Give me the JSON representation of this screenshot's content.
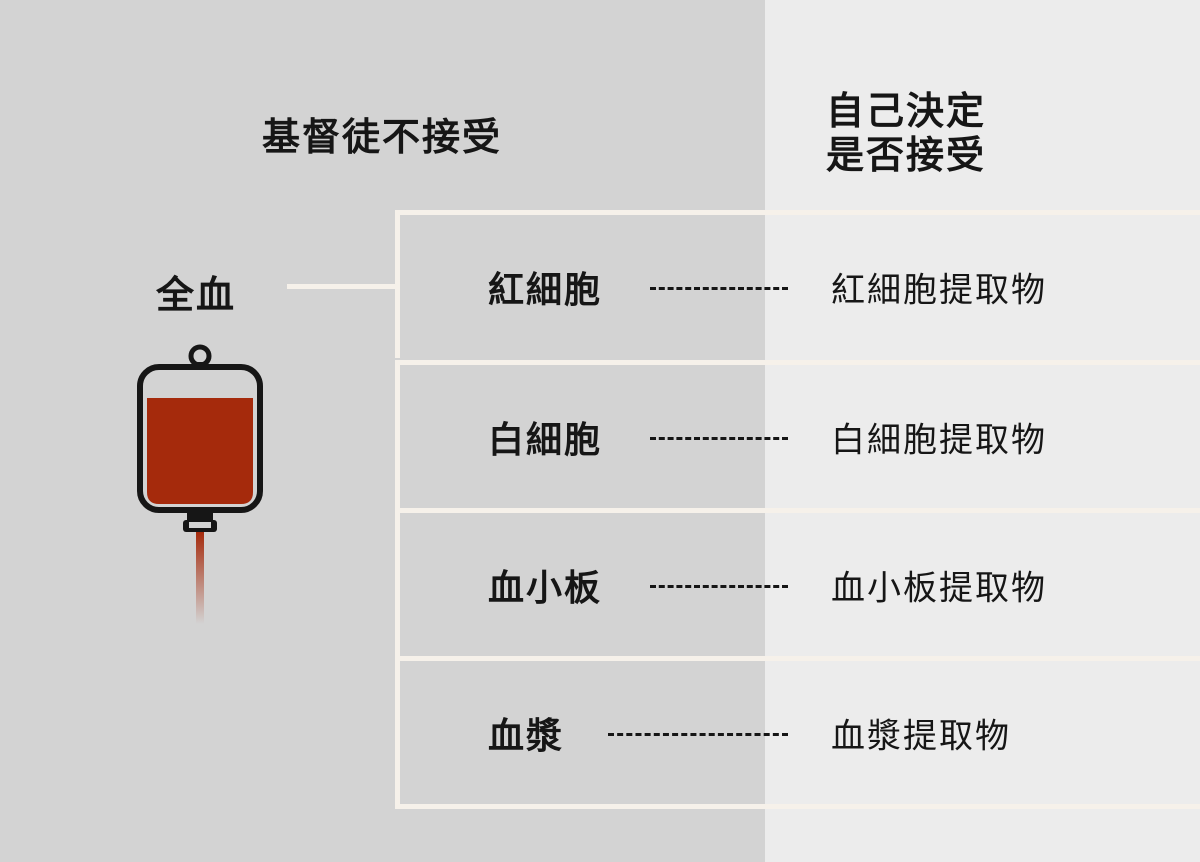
{
  "headings": {
    "not_accepted": "基督徒不接受",
    "own_decision_line1": "自己決定",
    "own_decision_line2": "是否接受"
  },
  "whole_blood": "全血",
  "rows": [
    {
      "component": "紅細胞",
      "extract": "紅細胞提取物"
    },
    {
      "component": "白細胞",
      "extract": "白細胞提取物"
    },
    {
      "component": "血小板",
      "extract": "血小板提取物"
    },
    {
      "component": "血漿",
      "extract": "血漿提取物"
    }
  ],
  "colors": {
    "left_bg": "#d3d3d3",
    "right_bg": "#ececec",
    "line": "#f6f1ea",
    "blood": "#a52a0c",
    "text": "#161616"
  },
  "icons": {
    "blood_bag": "blood-bag-icon"
  }
}
